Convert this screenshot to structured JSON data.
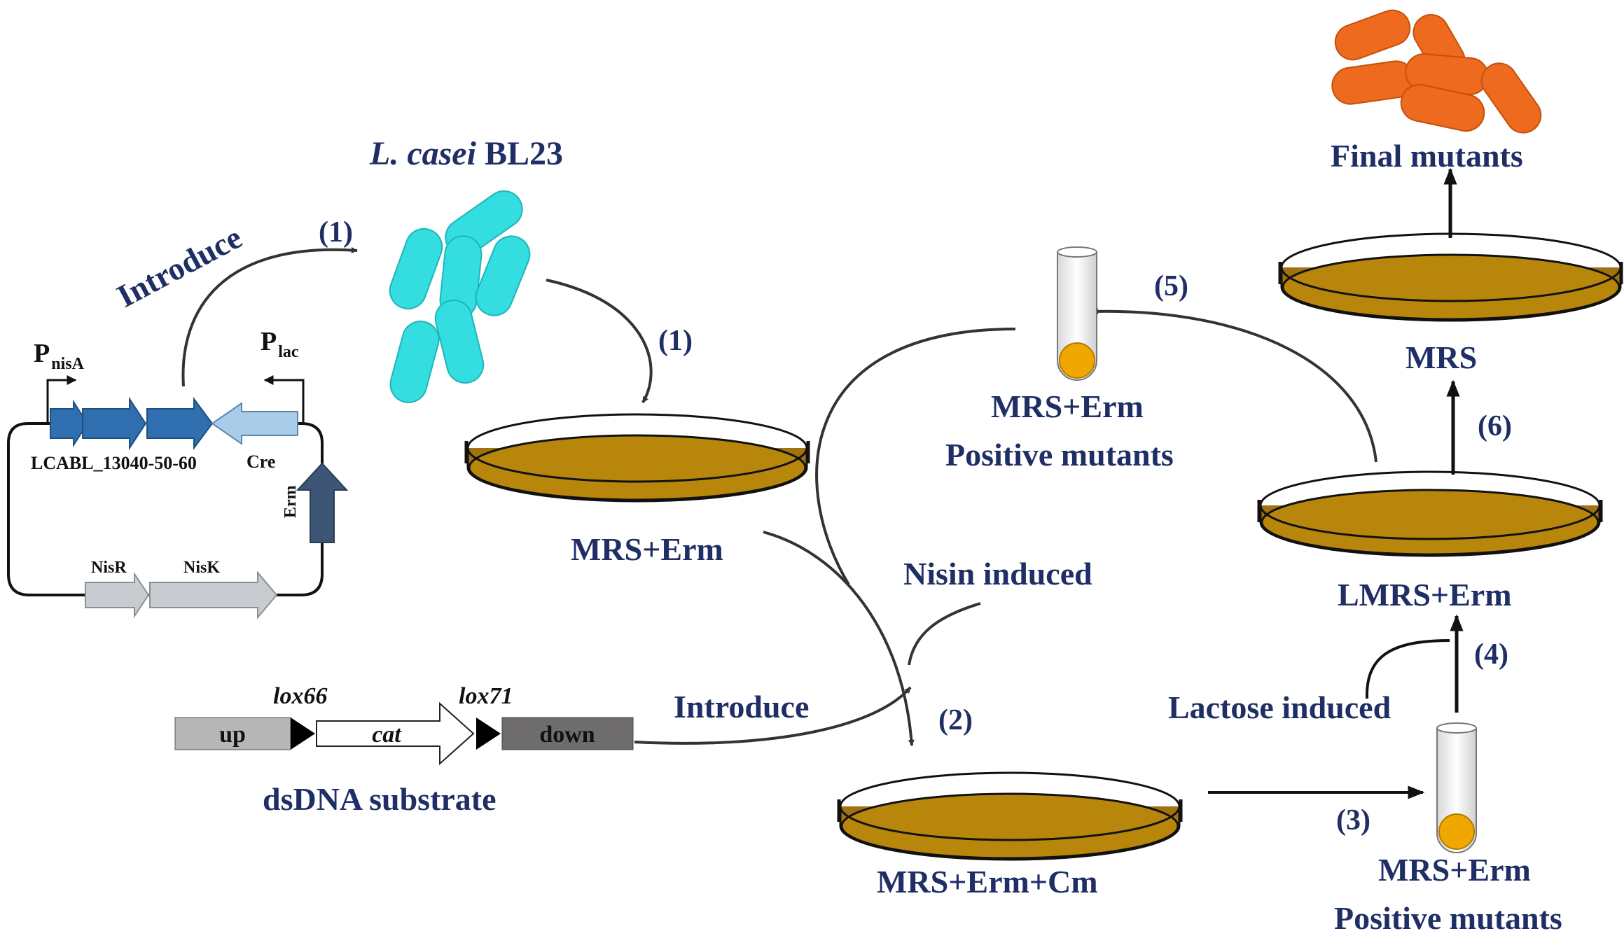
{
  "colors": {
    "label_navy": "#1f2f66",
    "bacteria_cyan": "#33dde0",
    "final_orange": "#ee6a1f",
    "agar_brown": "#b8860b",
    "gene_blue": "#2f6fb0",
    "cre_light_blue": "#a9cce8",
    "nis_gray": "#c8ccd0",
    "erm_slate": "#3d5676",
    "colony_yellow": "#f0a800"
  },
  "plasmid": {
    "promoter_nisA_main": "P",
    "promoter_nisA_sub": "nisA",
    "promoter_lac_main": "P",
    "promoter_lac_sub": "lac",
    "genes_label": "LCABL_13040-50-60",
    "cre_label": "Cre",
    "erm_label": "Erm",
    "nisR_label": "NisR",
    "nisK_label": "NisK"
  },
  "strain": {
    "name_italic": "L. casei",
    "name_rest": " BL23",
    "introduce_label": "Introduce",
    "step_intro": "(1)",
    "step_plate": "(1)"
  },
  "substrate": {
    "up": "up",
    "cat": "cat",
    "down": "down",
    "lox66": "lox66",
    "lox71": "lox71",
    "title": "dsDNA substrate",
    "introduce_label": "Introduce"
  },
  "plates": {
    "plate1_label": "MRS+Erm",
    "plate2_label": "MRS+Erm+Cm",
    "plate3_label": "LMRS+Erm",
    "plate4_label": "MRS"
  },
  "steps": {
    "nisin": "Nisin induced",
    "lactose": "Lactose induced",
    "s2": "(2)",
    "s3": "(3)",
    "s4": "(4)",
    "s5": "(5)",
    "s6": "(6)"
  },
  "tubes": {
    "tube1_line1": "MRS+Erm",
    "tube1_line2": "Positive mutants",
    "tube2_line1": "MRS+Erm",
    "tube2_line2": "Positive mutants"
  },
  "final": {
    "label": "Final mutants"
  }
}
